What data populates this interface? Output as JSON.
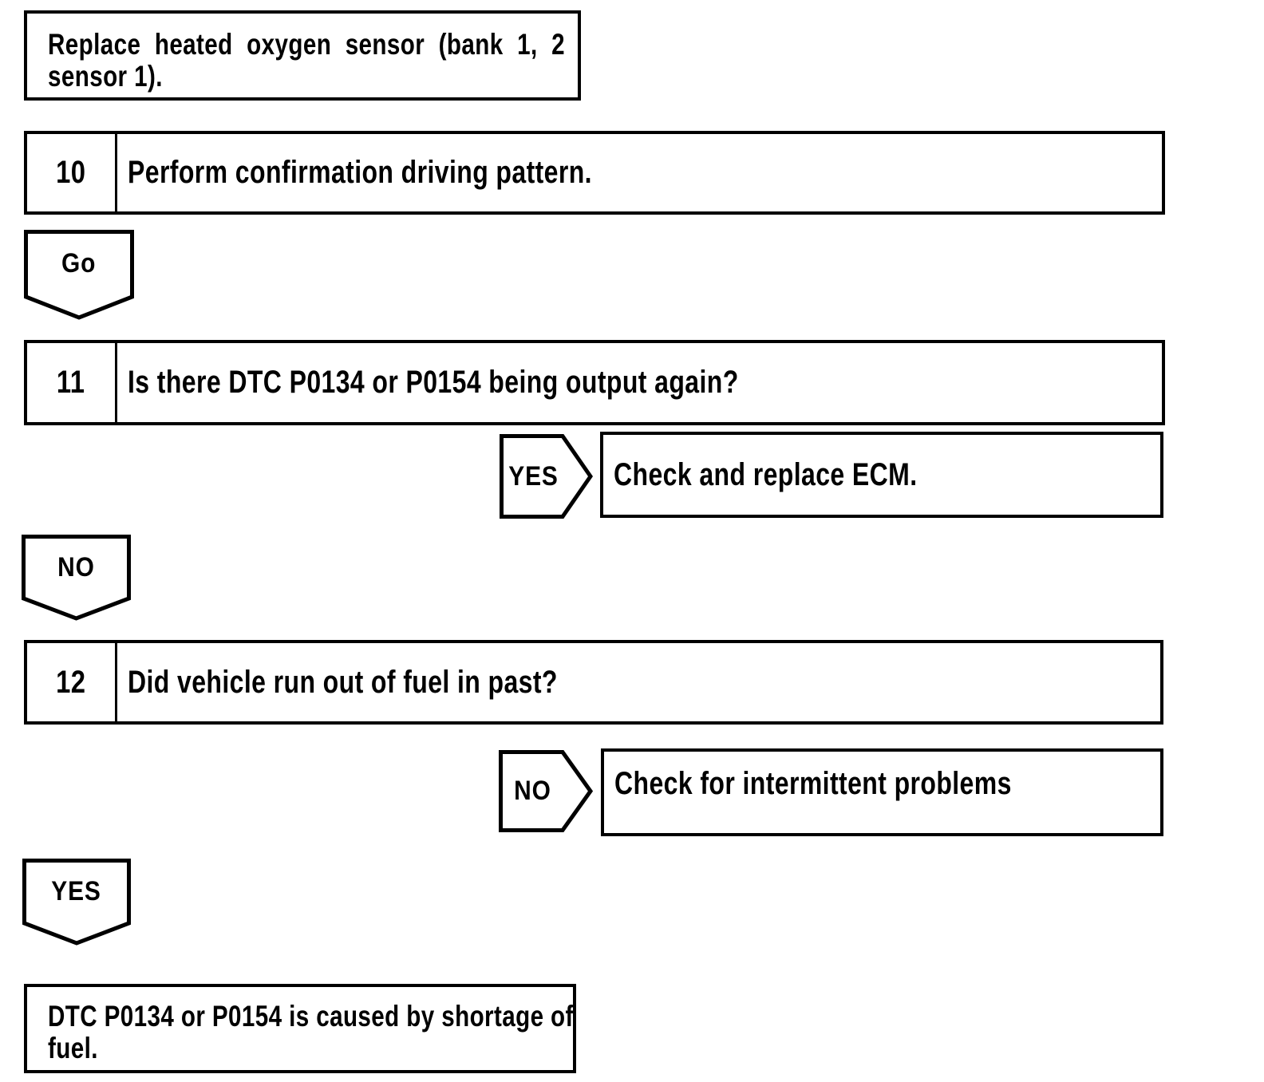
{
  "colors": {
    "ink": "#000000",
    "paper": "#ffffff"
  },
  "flowchart": {
    "result_top": {
      "line1": "Replace heated oxygen sensor (bank 1, 2",
      "line2": "sensor 1)."
    },
    "step10": {
      "number": "10",
      "text": "Perform confirmation driving pattern."
    },
    "connector_go": {
      "label": "Go"
    },
    "step11": {
      "number": "11",
      "text": "Is there DTC P0134 or P0154 being output again?"
    },
    "branch_yes": {
      "label": "YES",
      "action": "Check and replace ECM."
    },
    "connector_no": {
      "label": "NO"
    },
    "step12": {
      "number": "12",
      "text": "Did vehicle run out of fuel in past?"
    },
    "branch_no": {
      "label": "NO",
      "action": "Check for intermittent problems"
    },
    "connector_yes": {
      "label": "YES"
    },
    "result_bottom": {
      "line1": "DTC P0134 or P0154 is caused by shortage of",
      "line2": "fuel."
    }
  }
}
